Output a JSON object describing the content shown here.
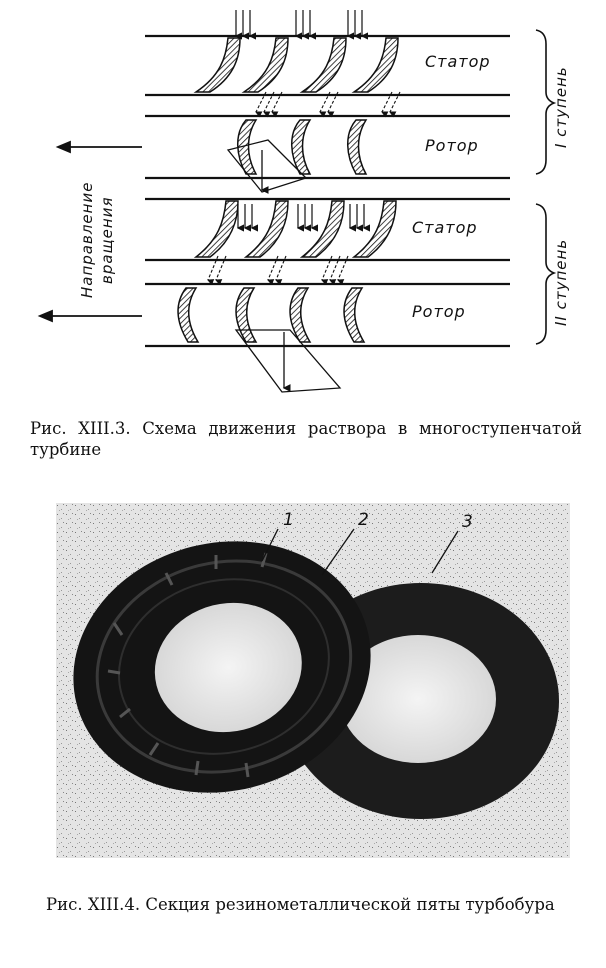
{
  "figure1": {
    "labels": {
      "stator1": "Статор",
      "rotor1": "Ротор",
      "stator2": "Статор",
      "rotor2": "Ротор",
      "stage1": "I ступень",
      "stage2": "II ступень",
      "direction_line1": "Направление",
      "direction_line2": "вращения"
    },
    "caption": "Рис. XIII.3. Схема движения раствора в многоступенчатой турбине"
  },
  "figure2": {
    "numbers": [
      "1",
      "2",
      "3"
    ],
    "caption": "Рис. XIII.4. Секция резинометаллической пяты турбобура"
  }
}
